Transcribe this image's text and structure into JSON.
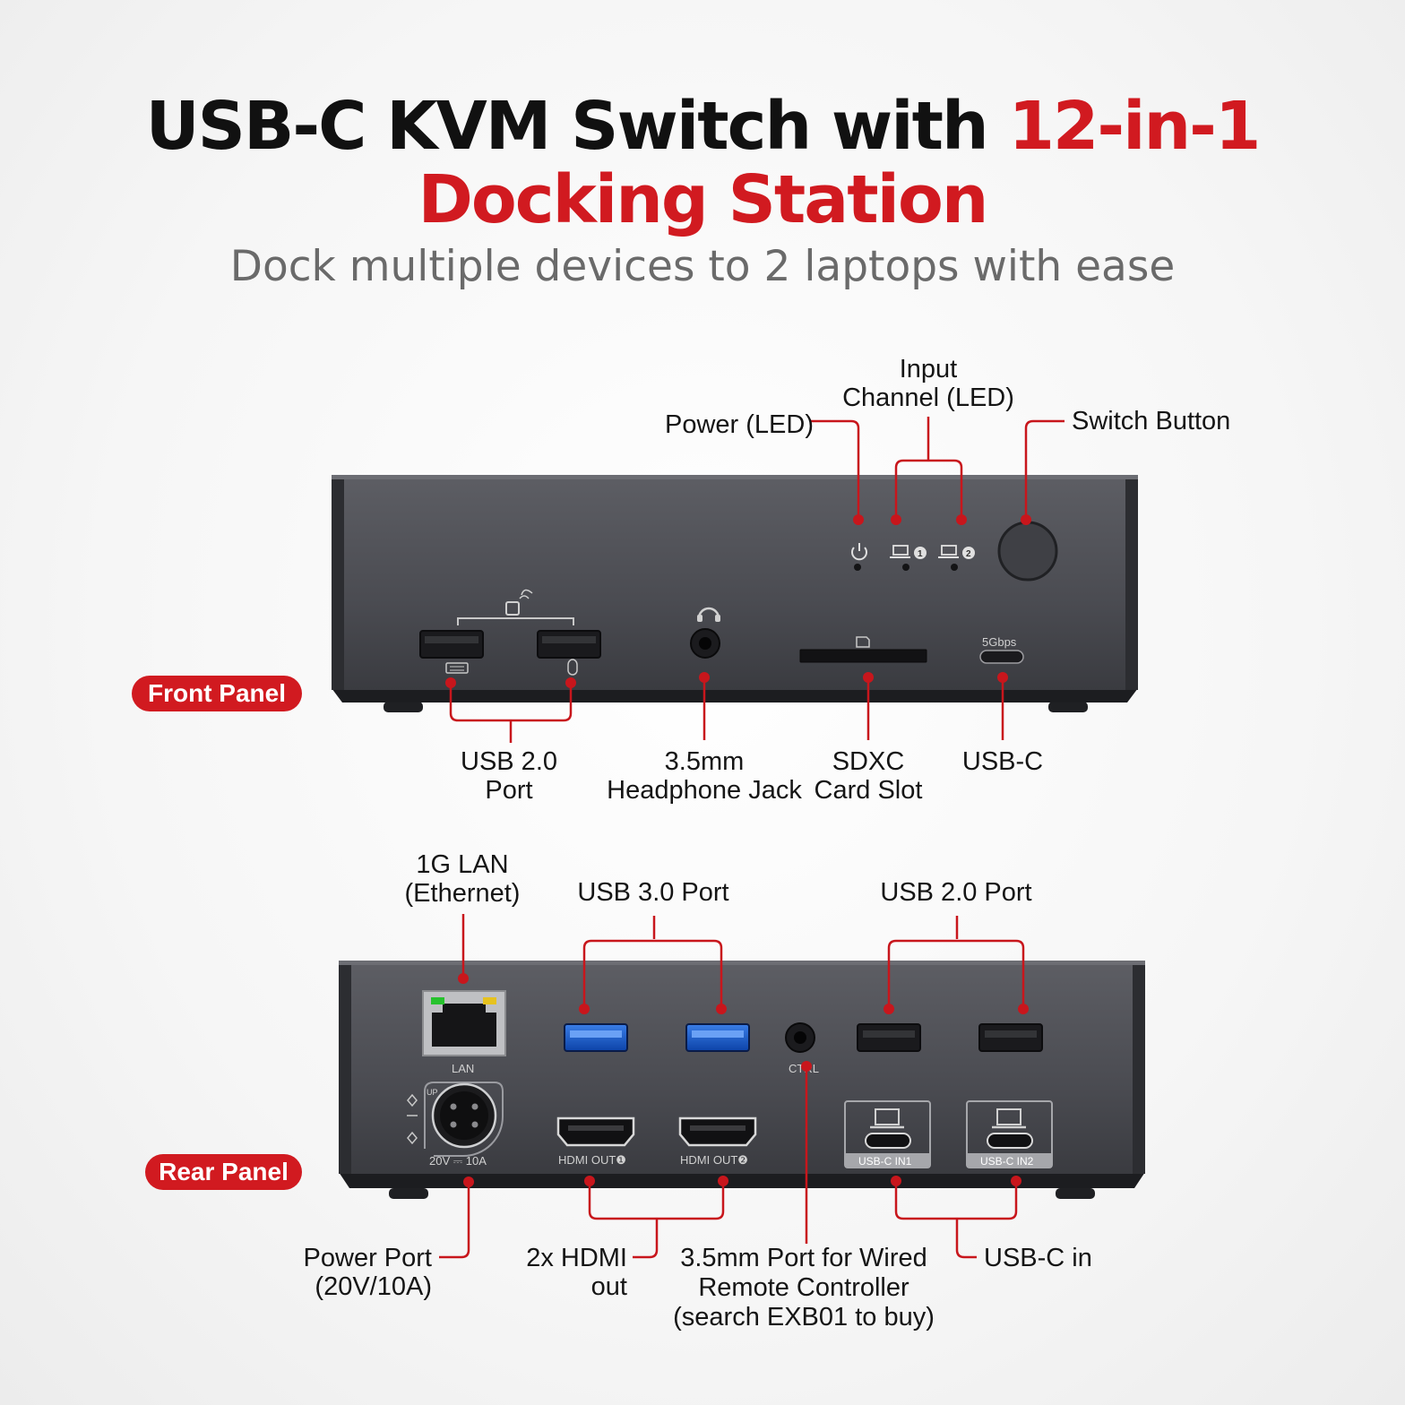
{
  "headline": {
    "line1_black": "USB-C KVM Switch with ",
    "line1_red": "12-in-1",
    "line2_red": "Docking Station",
    "subtitle": "Dock multiple devices to 2 laptops with ease"
  },
  "front_panel": {
    "badge": "Front Panel",
    "labels": {
      "power_led": "Power (LED)",
      "input_channel_1": "Input",
      "input_channel_2": "Channel (LED)",
      "switch_button": "Switch Button",
      "usb20_1": "USB 2.0",
      "usb20_2": "Port",
      "headphone_1": "3.5mm",
      "headphone_2": "Headphone Jack",
      "sdxc_1": "SDXC",
      "sdxc_2": "Card Slot",
      "usbc": "USB-C"
    },
    "device_text": {
      "usbc_speed": "5Gbps"
    }
  },
  "rear_panel": {
    "badge": "Rear Panel",
    "labels": {
      "lan_1": "1G LAN",
      "lan_2": "(Ethernet)",
      "usb30": "USB 3.0 Port",
      "usb20": "USB 2.0 Port",
      "power_1": "Power Port",
      "power_2": "(20V/10A)",
      "hdmi_1": "2x HDMI",
      "hdmi_2": "out",
      "remote_1": "3.5mm Port for Wired",
      "remote_2": "Remote  Controller",
      "remote_3": "(search EXB01 to buy)",
      "usbc_in": "USB-C in"
    },
    "device_text": {
      "lan": "LAN",
      "power": "20V ⎓ 10A",
      "hdmi_out1": "HDMI OUT❶",
      "hdmi_out2": "HDMI OUT❷",
      "usbc_in1": "USB-C IN1",
      "usbc_in2": "USB-C IN2",
      "ctrl": "CTRL",
      "up": "UP"
    }
  },
  "colors": {
    "accent": "#d11a20",
    "device": "#4b4c52",
    "device_dark": "#26272b"
  }
}
